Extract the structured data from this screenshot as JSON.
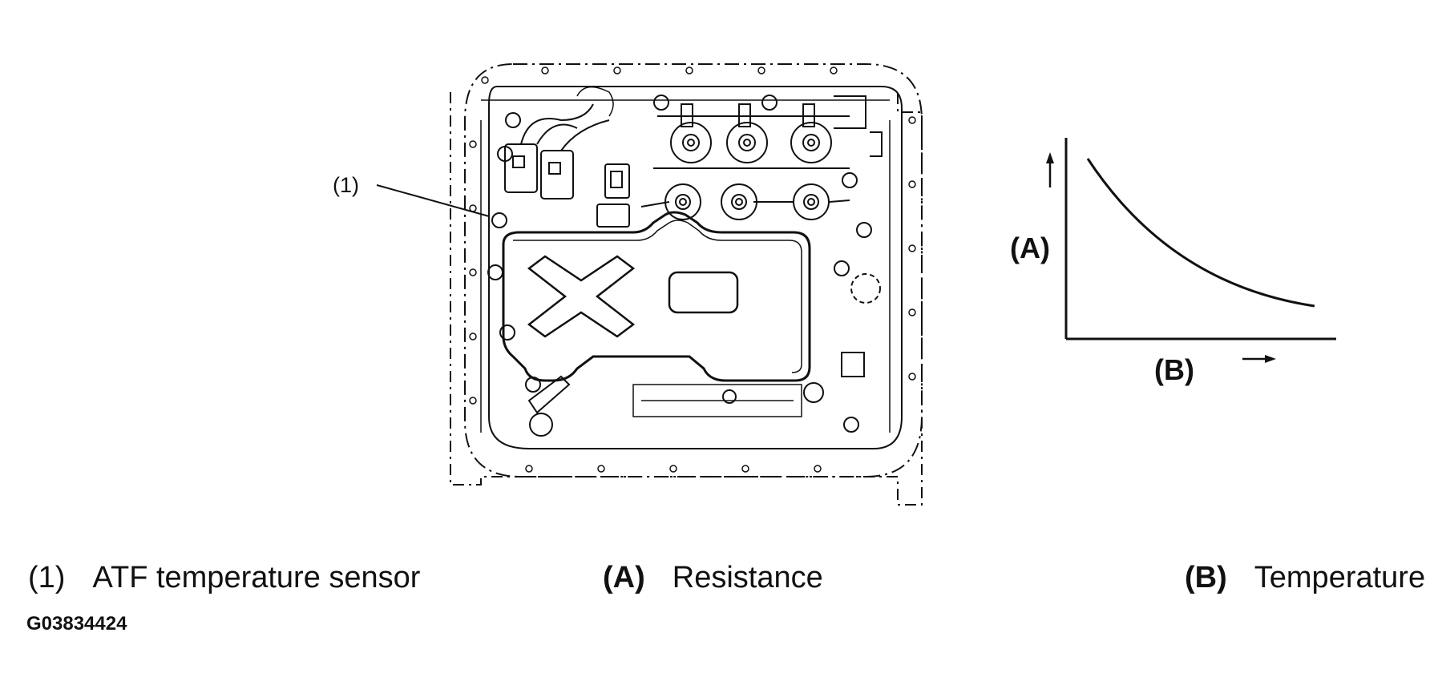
{
  "callout_label": "(1)",
  "graph": {
    "y_label": "(A)",
    "x_label": "(B)",
    "curve": "decreasing"
  },
  "legend": [
    {
      "key": "(1)",
      "text": "ATF temperature sensor"
    },
    {
      "key": "(A)",
      "text": "Resistance"
    },
    {
      "key": "(B)",
      "text": "Temperature"
    }
  ],
  "figure_code": "G03834424"
}
